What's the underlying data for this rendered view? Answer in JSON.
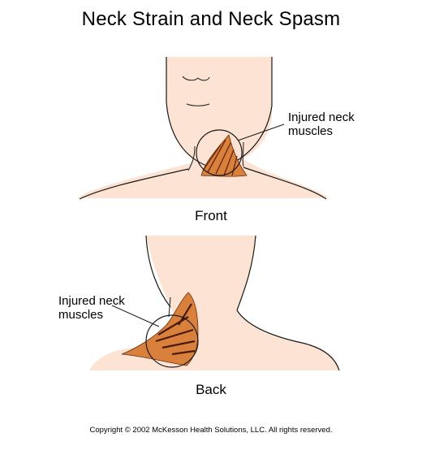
{
  "title": "Neck Strain and Neck Spasm",
  "front": {
    "caption": "Front",
    "callout_line1": "Injured neck",
    "callout_line2": "muscles"
  },
  "back": {
    "caption": "Back",
    "callout_line1": "Injured neck",
    "callout_line2": "muscles"
  },
  "copyright": "Copyright © 2002 McKesson Health Solutions, LLC. All rights reserved.",
  "colors": {
    "skin": "#fde3d3",
    "muscle": "#d9803d",
    "muscle_dark": "#6b2a0a",
    "outline": "#1a1a1a"
  }
}
